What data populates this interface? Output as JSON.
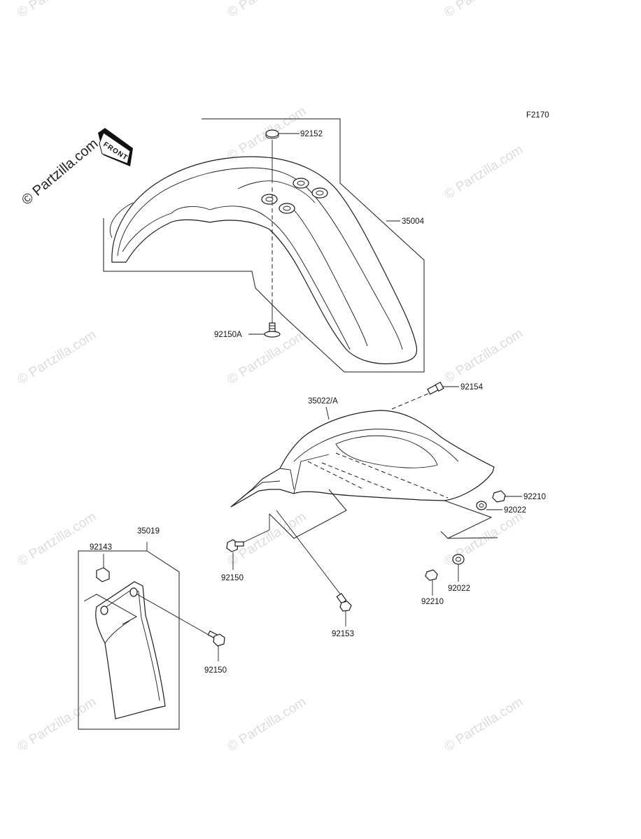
{
  "figure_code": "F2170",
  "watermark": "© Partzilla.com",
  "front_tag": "FRONT",
  "parts": {
    "front_fender": "35004",
    "front_fender_grommet": "92152",
    "front_fender_bolt": "92150A",
    "rear_fender": "35022/A",
    "rear_fender_top_bolt": "92154",
    "rear_nut_upper": "92210",
    "rear_washer_upper": "92022",
    "rear_washer_lower": "92022",
    "rear_nut_lower": "92210",
    "rear_bolt_left": "92150",
    "rear_bolt_lower": "92153",
    "mud_flap": "35019",
    "mud_flap_nut": "92143",
    "mud_flap_bolt": "92150"
  }
}
